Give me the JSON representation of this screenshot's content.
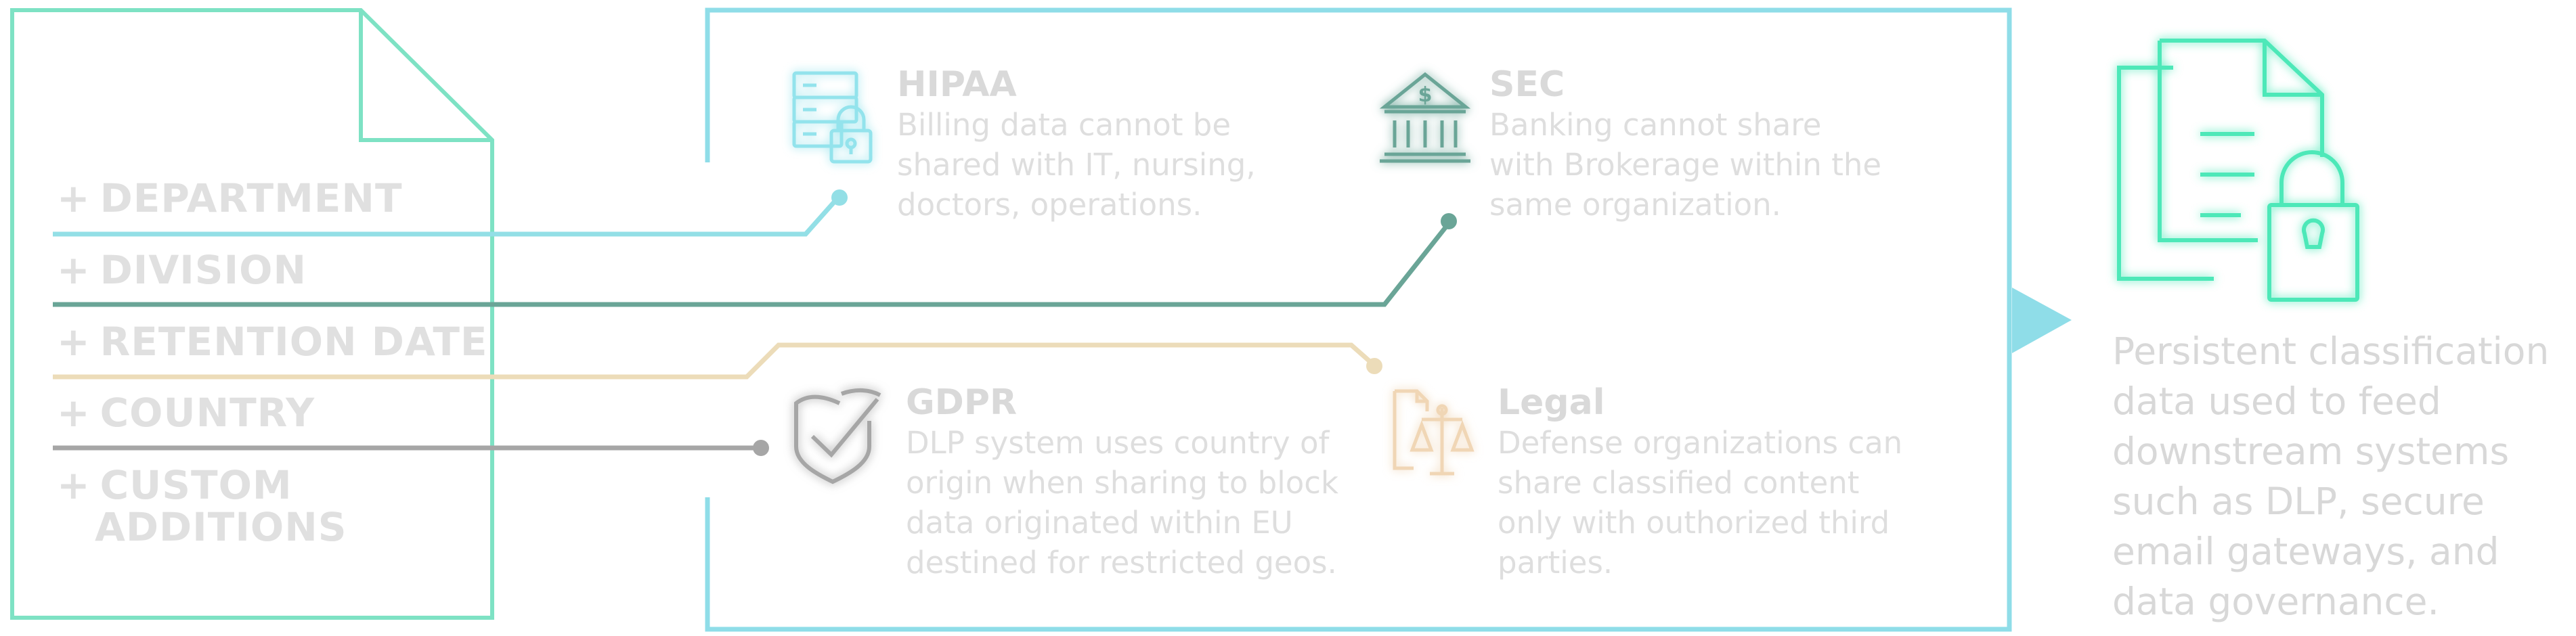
{
  "fields": [
    {
      "plus": "+",
      "label": "DEPARTMENT"
    },
    {
      "plus": "+",
      "label": "DIVISION"
    },
    {
      "plus": "+",
      "label": "RETENTION DATE"
    },
    {
      "plus": "+",
      "label": "COUNTRY"
    },
    {
      "plus": "+",
      "label_line1": "CUSTOM",
      "label_line2": "ADDITIONS"
    }
  ],
  "regulations": {
    "hipaa": {
      "title": "HIPAA",
      "desc": [
        "Billing data cannot be",
        "shared with IT, nursing,",
        "doctors, operations."
      ],
      "icon": "database-lock-icon"
    },
    "sec": {
      "title": "SEC",
      "desc": [
        "Banking cannot share",
        "with Brokerage within the",
        "same organization."
      ],
      "icon": "bank-icon"
    },
    "gdpr": {
      "title": "GDPR",
      "desc": [
        "DLP system uses country of",
        "origin when sharing to block",
        "data originated within EU",
        "destined for restricted geos."
      ],
      "icon": "shield-check-icon"
    },
    "legal": {
      "title": "Legal",
      "desc": [
        "Defense organizations can",
        "share classified content",
        "only with outhorized third",
        "parties."
      ],
      "icon": "scales-document-icon"
    }
  },
  "summary": {
    "lines": [
      "Persistent classification",
      "data used to feed",
      "downstream systems",
      "such as DLP, secure",
      "email gateways, and",
      "data governance."
    ],
    "icon": "locked-documents-icon"
  },
  "colors": {
    "document_outline": "#7ee2c4",
    "frame_outline": "#8fdde8",
    "department_line": "#93dfe6",
    "division_line": "#6aa597",
    "retention_line": "#ecdcb9",
    "country_line": "#a6a6a6",
    "arrow": "#8fdde8",
    "summary_icon": "#4ee8b8"
  }
}
